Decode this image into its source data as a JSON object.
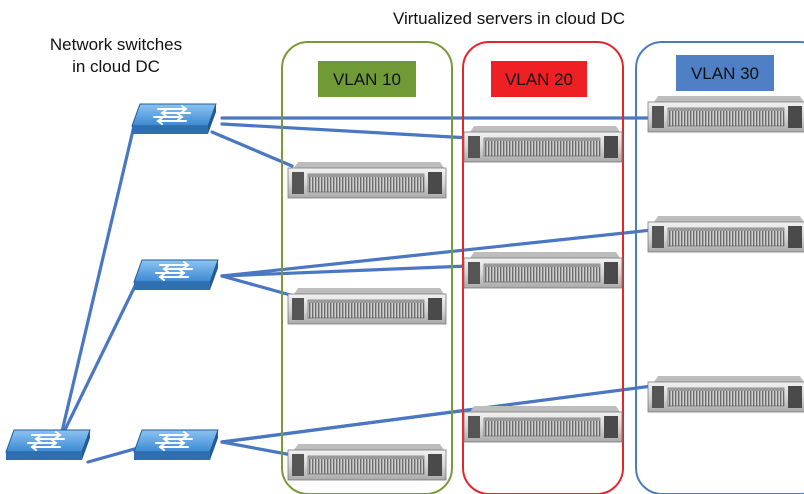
{
  "title": "Virtualized servers in cloud DC",
  "switches_label": [
    "Network switches",
    "in cloud DC"
  ],
  "vlans": [
    {
      "label": "VLAN 10",
      "border": "#7a9a3a",
      "tag_fill": "#6f9a35",
      "text_color": "#111111"
    },
    {
      "label": "VLAN 20",
      "border": "#e2262b",
      "tag_fill": "#ee2024",
      "text_color": "#111111"
    },
    {
      "label": "VLAN 30",
      "border": "#4a7cc0",
      "tag_fill": "#4f7fc4",
      "text_color": "#111111"
    }
  ],
  "colors": {
    "link": "#4a77c2",
    "switch": "#3a86cf",
    "server_body": "#d9d9d9"
  },
  "icons": {
    "switch": "network-switch-icon",
    "server": "rack-server-icon"
  }
}
